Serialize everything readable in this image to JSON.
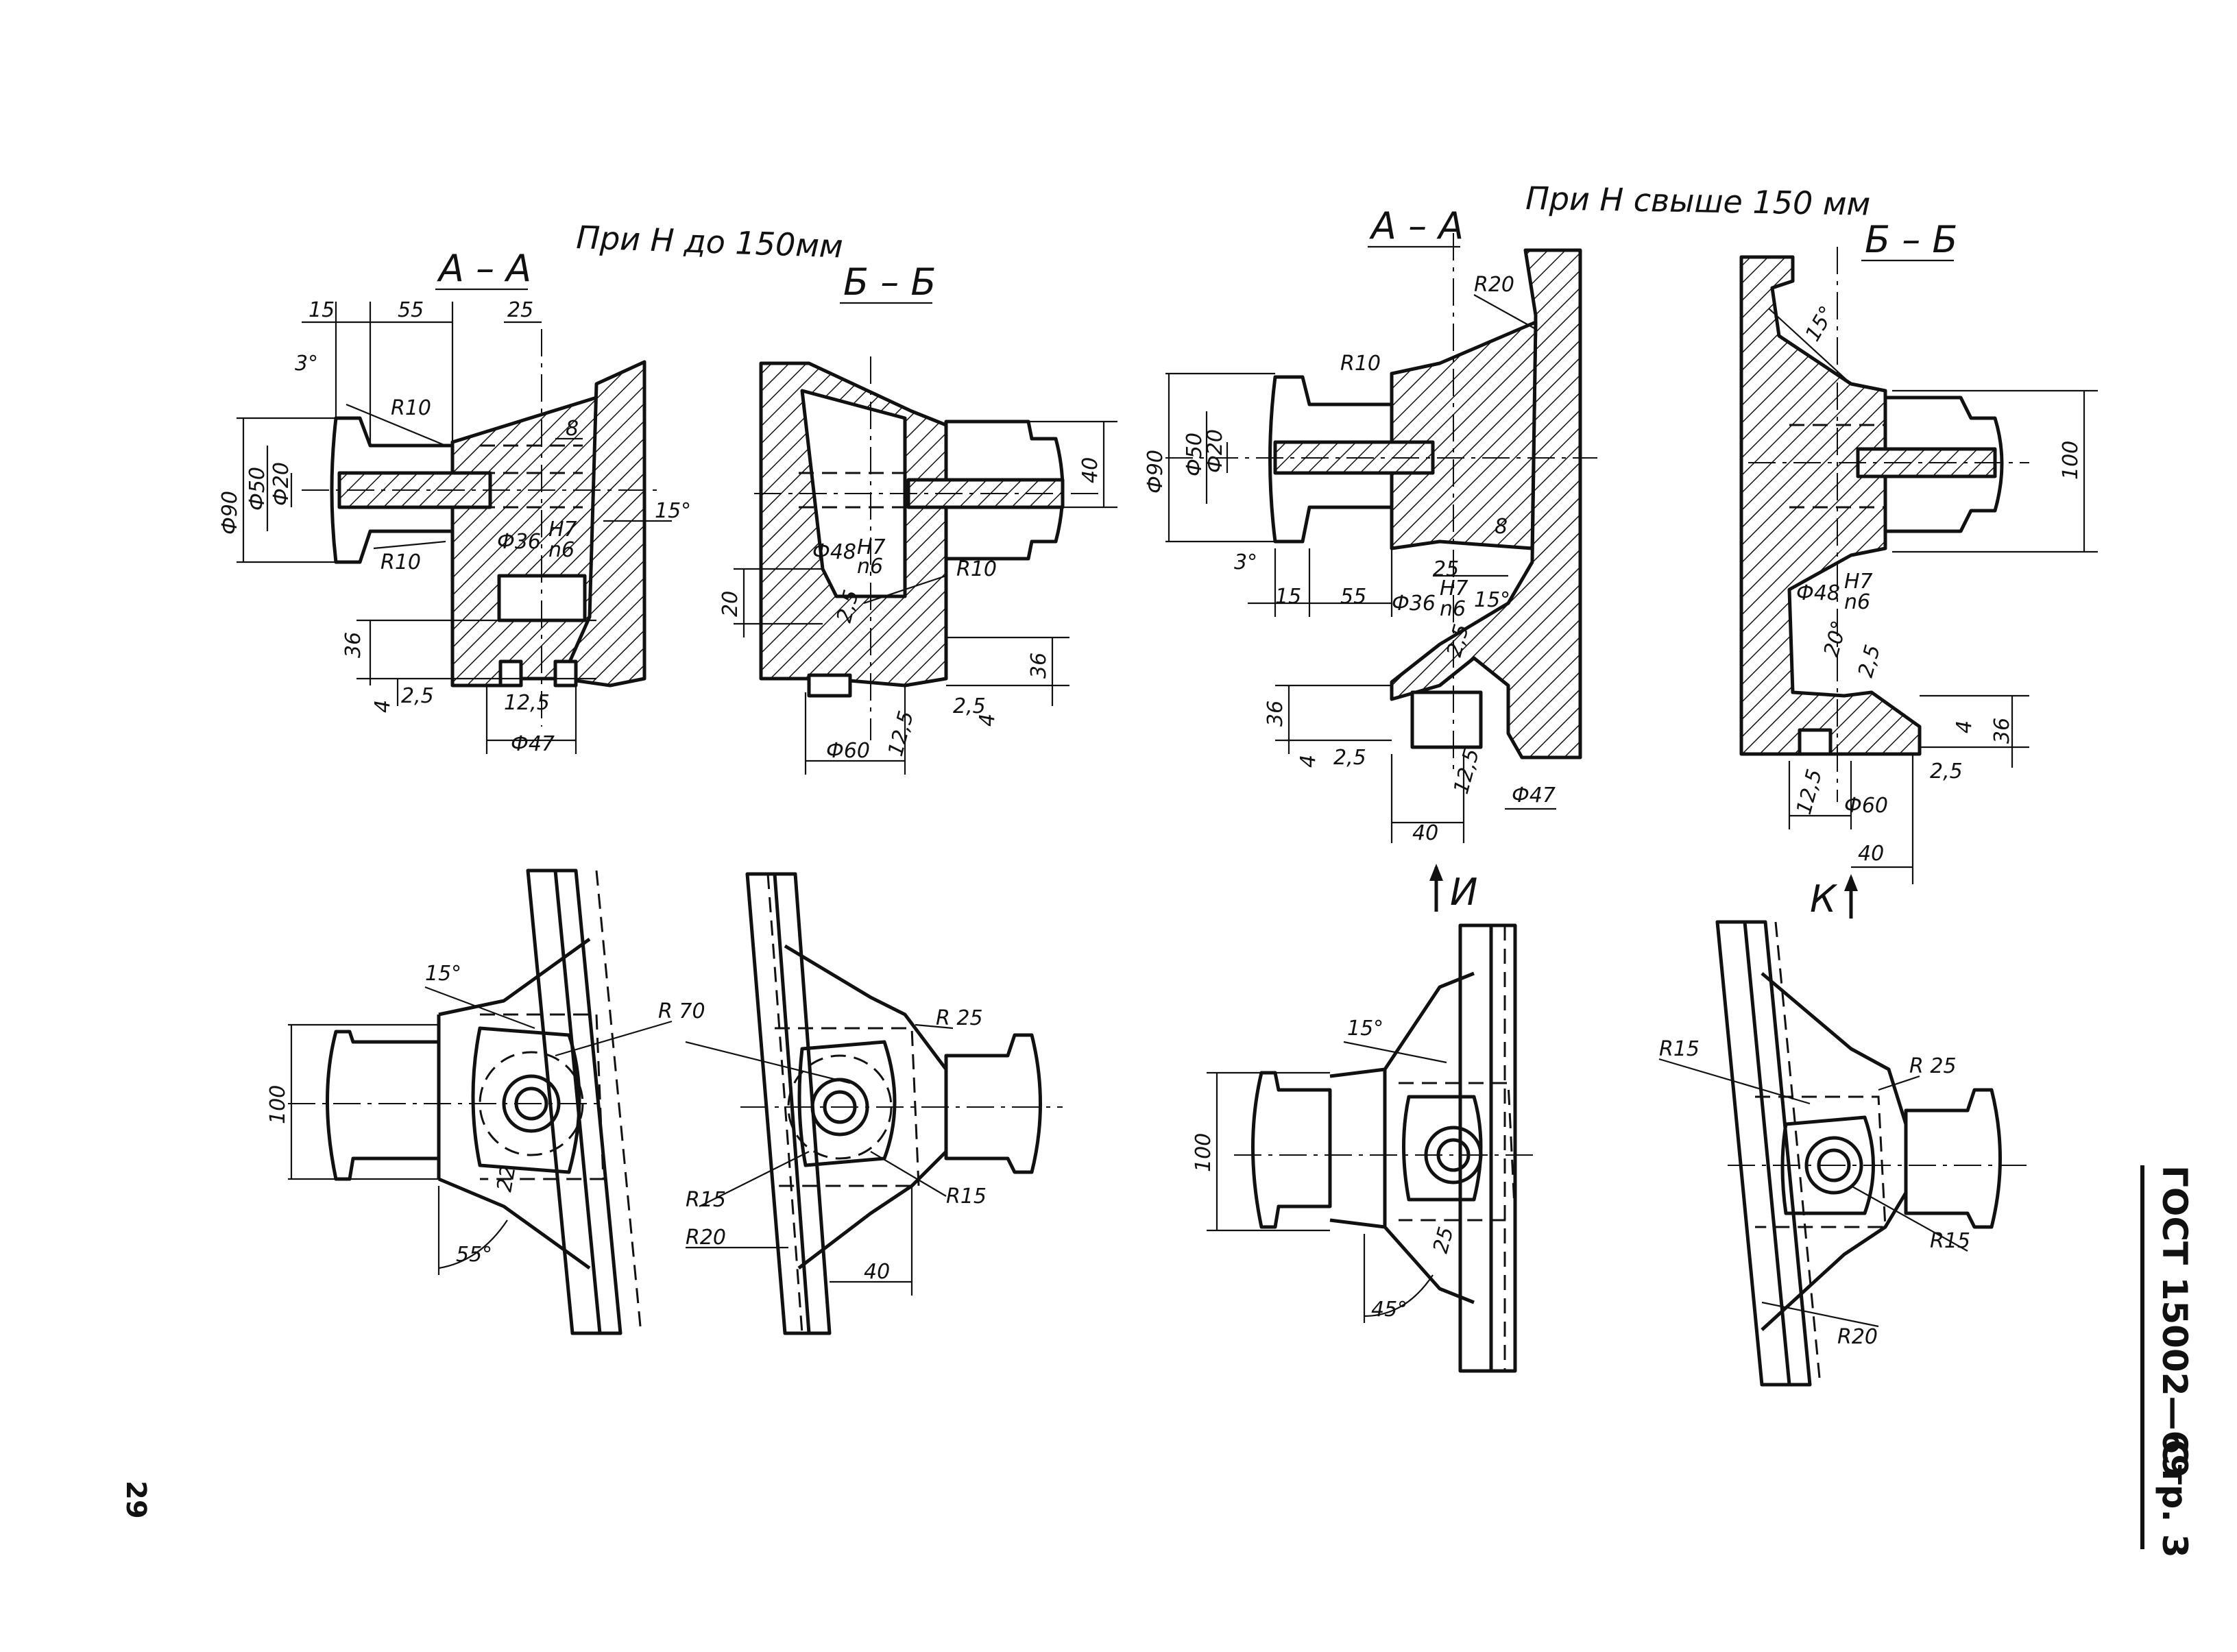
{
  "headers": {
    "upto150": "При H до 150мм",
    "over150": "При H свыше 150 мм"
  },
  "sections": {
    "aa_left": "А – А",
    "bb_left": "Б – Б",
    "aa_right": "А – А",
    "bb_right": "Б – Б"
  },
  "views": {
    "i": "И",
    "k": "К"
  },
  "dims": {
    "d15": "15",
    "d55": "55",
    "d25": "25",
    "d3deg": "3°",
    "r10a": "R10",
    "r10b": "R10",
    "d8": "8",
    "d15deg": "15°",
    "phi90": "Ф90",
    "phi50": "Ф50",
    "phi20": "Ф20",
    "phi36": "Ф36",
    "fit_h7": "H7",
    "fit_n6": "n6",
    "d25v": "2,5",
    "d36": "36",
    "d4": "4",
    "d25r": "2,5",
    "d125": "12,5",
    "phi47": "Ф47",
    "d40": "40",
    "phi48": "Ф48",
    "d20": "20",
    "phi60": "Ф60",
    "r20": "R20",
    "d100": "100",
    "r70": "R 70",
    "r25": "R 25",
    "r15": "R15",
    "d22": "22",
    "d55deg": "55°",
    "d45deg": "45°",
    "d20deg": "20°"
  },
  "gost": {
    "code": "ГОСТ 15002—69",
    "page": "Стр. 3"
  },
  "page_number": "29"
}
